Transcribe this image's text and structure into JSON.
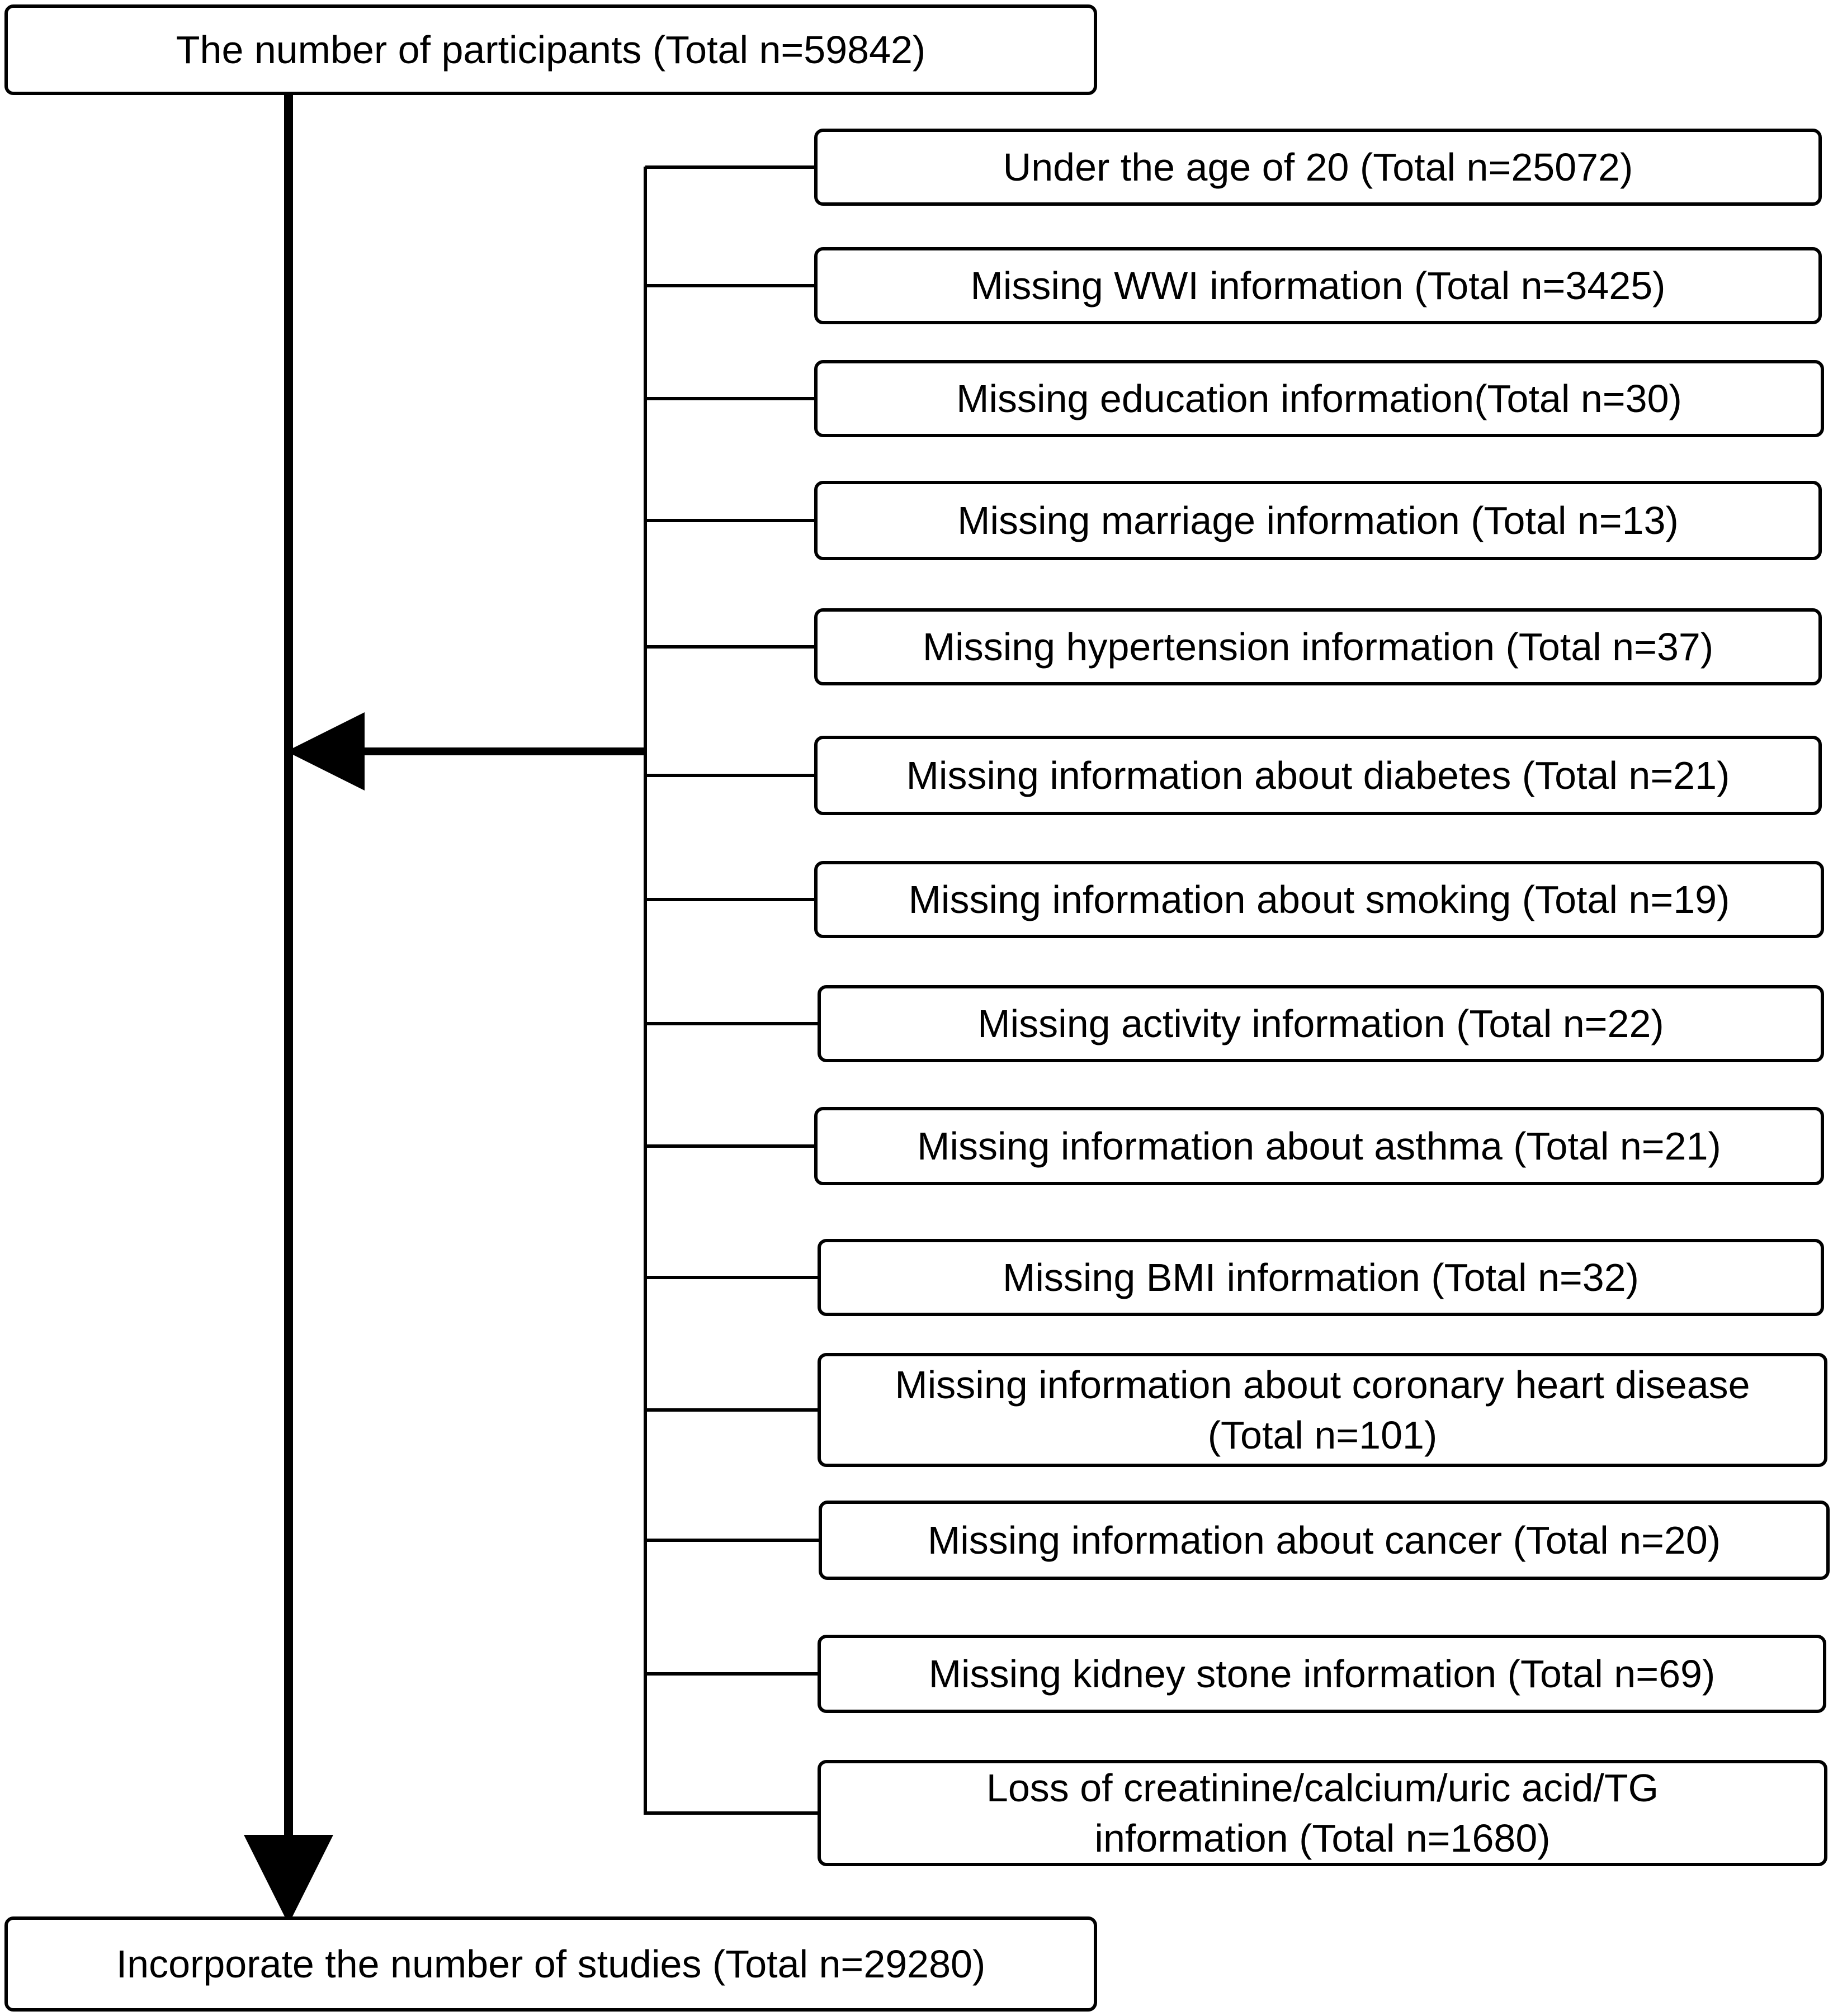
{
  "flowchart": {
    "start": {
      "label": "The number of participants (Total n=59842)"
    },
    "exclusions": [
      {
        "label": "Under the age of 20 (Total n=25072)"
      },
      {
        "label": "Missing WWI information (Total n=3425)"
      },
      {
        "label": "Missing education information(Total n=30)"
      },
      {
        "label": "Missing marriage information (Total n=13)"
      },
      {
        "label": "Missing hypertension information (Total n=37)"
      },
      {
        "label": "Missing information about diabetes (Total n=21)"
      },
      {
        "label": "Missing information about smoking (Total n=19)"
      },
      {
        "label": "Missing activity information (Total n=22)"
      },
      {
        "label": "Missing information about asthma (Total n=21)"
      },
      {
        "label": "Missing BMI information (Total n=32)"
      },
      {
        "label": "Missing information about coronary heart disease\n(Total n=101)"
      },
      {
        "label": "Missing information about cancer (Total n=20)"
      },
      {
        "label": "Missing kidney stone information (Total n=69)"
      },
      {
        "label": "Loss of creatinine/calcium/uric acid/TG\ninformation (Total n=1680)"
      }
    ],
    "end": {
      "label": "Incorporate the number of studies (Total n=29280)"
    }
  }
}
